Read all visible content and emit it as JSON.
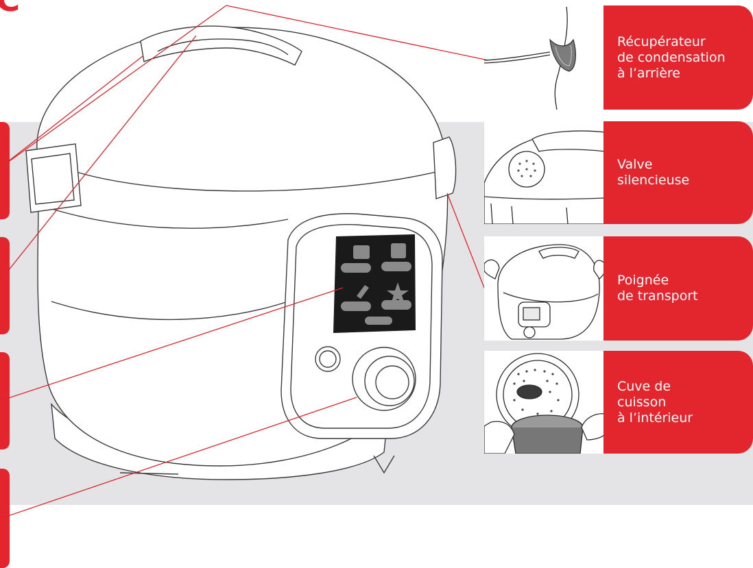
{
  "figure": {
    "corner_letter": "C",
    "accent_color": "#e3262e",
    "band_color": "#e4e4e6"
  },
  "callouts": [
    {
      "id": "condensation",
      "lines": [
        "Récupérateur",
        "de condensation",
        "à l’arrière"
      ],
      "thumb_icon": "condensation-collector-icon"
    },
    {
      "id": "valve",
      "lines": [
        "Valve",
        "silencieuse"
      ],
      "thumb_icon": "silent-valve-icon"
    },
    {
      "id": "handle",
      "lines": [
        "Poignée",
        "de transport"
      ],
      "thumb_icon": "carry-handle-icon"
    },
    {
      "id": "bowl",
      "lines": [
        "Cuve de",
        "cuisson",
        "à l’intérieur"
      ],
      "thumb_icon": "cooking-bowl-icon"
    }
  ]
}
